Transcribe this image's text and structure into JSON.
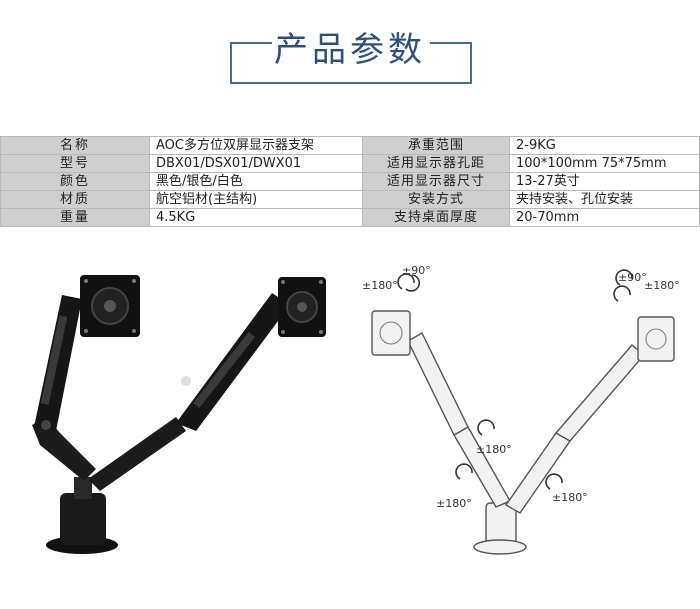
{
  "header": {
    "title": "产品参数"
  },
  "specs": [
    {
      "k1": "名称",
      "v1": "AOC多方位双屏显示器支架",
      "k2": "承重范围",
      "v2": "2-9KG"
    },
    {
      "k1": "型号",
      "v1": "DBX01/DSX01/DWX01",
      "k2": "适用显示器孔距",
      "v2": "100*100mm   75*75mm"
    },
    {
      "k1": "颜色",
      "v1": "黑色/银色/白色",
      "k2": "适用显示器尺寸",
      "v2": "13-27英寸"
    },
    {
      "k1": "材质",
      "v1": "航空铝材(主结构)",
      "k2": "安装方式",
      "v2": "夹持安装、孔位安装"
    },
    {
      "k1": "重量",
      "v1": "4.5KG",
      "k2": "支持桌面厚度",
      "v2": "20-70mm"
    }
  ],
  "annotations": {
    "a1": "±90°",
    "a2": "±180°",
    "a3": "±90°",
    "a4": "±180°",
    "a5": "±180°",
    "a6": "±180°",
    "a7": "±180°"
  },
  "colors": {
    "title": "#2f4f7a",
    "key_bg": "#cfcfcf",
    "arm_black": "#1a1a1a",
    "arm_silver": "#e6e6e6"
  }
}
